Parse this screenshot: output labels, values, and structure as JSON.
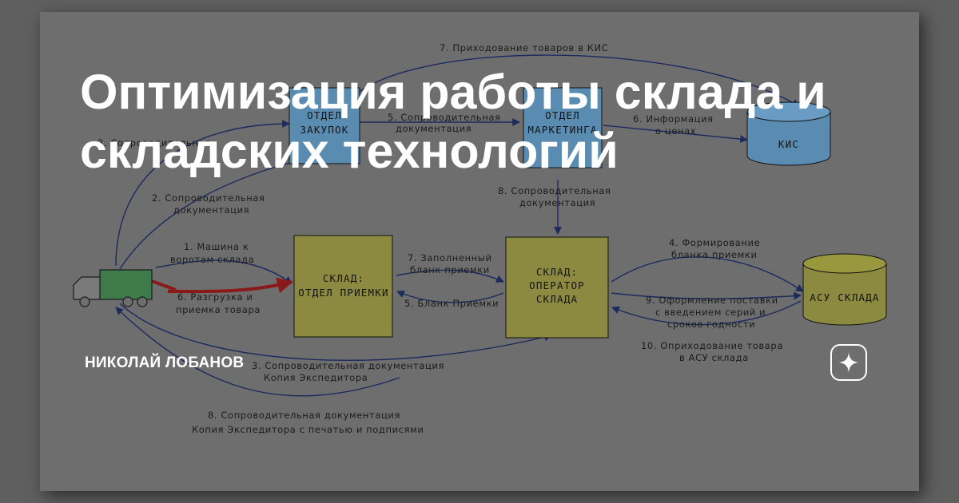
{
  "article": {
    "title_line1": "Оптимизация работы склада и",
    "title_line2": "складских технологий",
    "author": "НИКОЛАЙ ЛОБАНОВ"
  },
  "diagram": {
    "boxes": {
      "purchasing_l1": "ОТДЕЛ",
      "purchasing_l2": "ЗАКУПОК",
      "marketing_l1": "ОТДЕЛ",
      "marketing_l2": "МАРКЕТИНГА",
      "kis": "КИС",
      "receiving_l1": "СКЛАД:",
      "receiving_l2": "ОТДЕЛ ПРИЕМКИ",
      "operator_l1": "СКЛАД:",
      "operator_l2": "ОПЕРАТОР",
      "operator_l3": "СКЛАДА",
      "asu": "АСУ СКЛАДА"
    },
    "labels": {
      "l7_top": "7. Приходование товаров в КИС",
      "l5_top_1": "5. Сопроводительная",
      "l5_top_2": "документация",
      "l6_top_1": "6. Информация",
      "l6_top_2": "о ценах",
      "l2a": "2. Сопроводительная",
      "l2b_1": "2. Сопроводительная",
      "l2b_2": "документация",
      "l8_top_1": "8. Сопроводительная",
      "l8_top_2": "документация",
      "l1_1": "1. Машина к",
      "l1_2": "воротам склада",
      "l6_unload_1": "6. Разгрузка и",
      "l6_unload_2": "приемка товара",
      "l7_filled_1": "7. Заполненный",
      "l7_filled_2": "бланк приемки",
      "l5_blank": "5. Бланк Приемки",
      "l4_1": "4. Формирование",
      "l4_2": "бланка приемки",
      "l9_1": "9. Оформление поставки",
      "l9_2": "с введением серий и",
      "l9_3": "сроков годности",
      "l10_1": "10. Оприходование товара",
      "l10_2": "в АСУ склада",
      "l3_1": "3. Сопроводительная документация",
      "l3_2": "Копия Экспедитора",
      "l8_bottom_1": "8. Сопроводительная документация",
      "l8_bottom_2": "Копия Экспедитора с печатью и подписями"
    }
  }
}
